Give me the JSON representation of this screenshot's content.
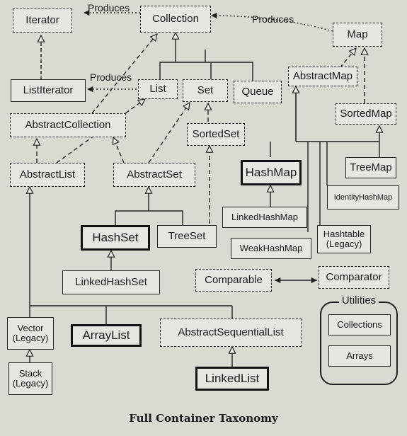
{
  "nodes": {
    "iterator": "Iterator",
    "collection": "Collection",
    "map": "Map",
    "list_iterator": "ListIterator",
    "list": "List",
    "set": "Set",
    "queue": "Queue",
    "abstract_map": "AbstractMap",
    "abstract_collection": "AbstractCollection",
    "sorted_map": "SortedMap",
    "sorted_set": "SortedSet",
    "abstract_list": "AbstractList",
    "abstract_set": "AbstractSet",
    "hash_map": "HashMap",
    "tree_map": "TreeMap",
    "identity_hash_map": "IdentityHashMap",
    "linked_hash_map": "LinkedHashMap",
    "hash_set": "HashSet",
    "tree_set": "TreeSet",
    "hashtable": "Hashtable",
    "hashtable_legacy": "(Legacy)",
    "weak_hash_map": "WeakHashMap",
    "linked_hash_set": "LinkedHashSet",
    "comparable": "Comparable",
    "comparator": "Comparator",
    "vector": "Vector",
    "vector_legacy": "(Legacy)",
    "array_list": "ArrayList",
    "abstract_sequential_list": "AbstractSequentialList",
    "stack": "Stack",
    "stack_legacy": "(Legacy)",
    "linked_list": "LinkedList"
  },
  "utilities": {
    "title": "Utilities",
    "collections": "Collections",
    "arrays": "Arrays"
  },
  "edge_labels": {
    "produces_top": "Produces",
    "produces_map": "Produces",
    "produces_list": "Produces"
  },
  "caption": "Full Container Taxonomy"
}
